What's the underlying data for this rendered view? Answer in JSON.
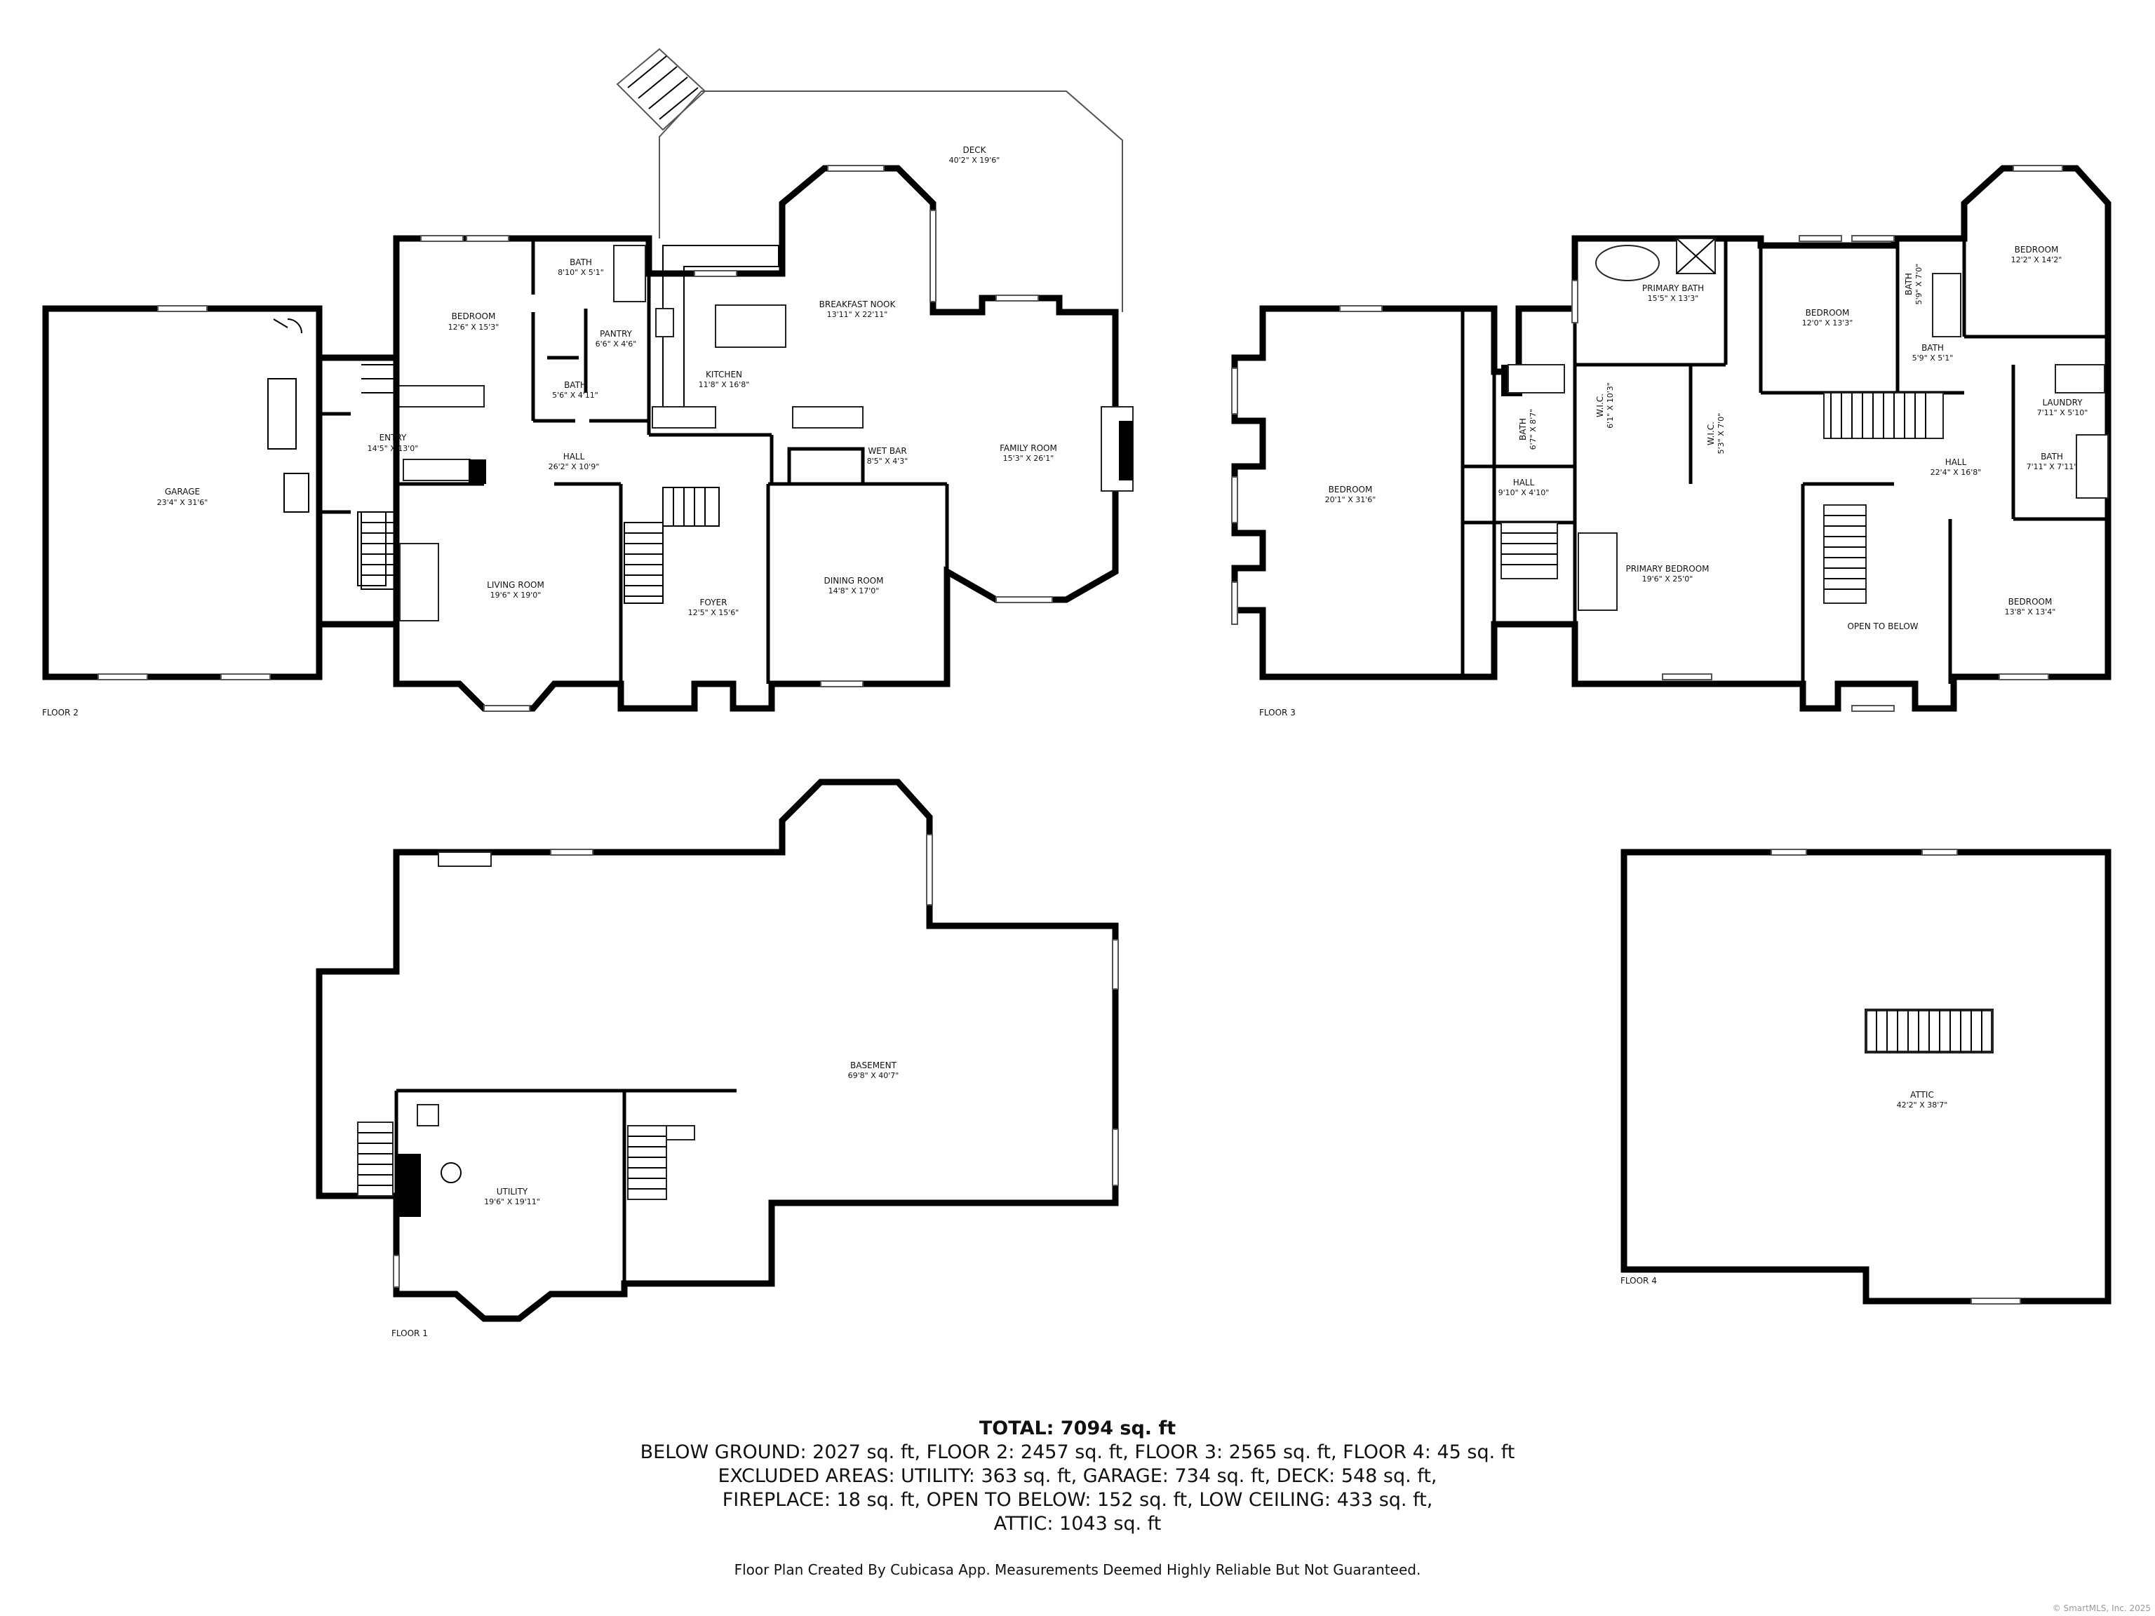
{
  "floors": [
    {
      "id": "floor-1",
      "label": "FLOOR 1"
    },
    {
      "id": "floor-2",
      "label": "FLOOR 2"
    },
    {
      "id": "floor-3",
      "label": "FLOOR 3"
    },
    {
      "id": "floor-4",
      "label": "FLOOR 4"
    }
  ],
  "rooms": {
    "garage": {
      "name": "GARAGE",
      "dim": "23'4\" X 31'6\""
    },
    "entry": {
      "name": "ENTRY",
      "dim": "14'5\" X 13'0\""
    },
    "bedroom_f2": {
      "name": "BEDROOM",
      "dim": "12'6\" X 15'3\""
    },
    "bath_f2a": {
      "name": "BATH",
      "dim": "8'10\" X 5'1\""
    },
    "pantry": {
      "name": "PANTRY",
      "dim": "6'6\" X 4'6\""
    },
    "bath_f2b": {
      "name": "BATH",
      "dim": "5'6\" X 4'11\""
    },
    "kitchen": {
      "name": "KITCHEN",
      "dim": "11'8\" X 16'8\""
    },
    "breakfast_nook": {
      "name": "BREAKFAST NOOK",
      "dim": "13'11\" X 22'11\""
    },
    "deck": {
      "name": "DECK",
      "dim": "40'2\" X 19'6\""
    },
    "hall_f2": {
      "name": "HALL",
      "dim": "26'2\" X 10'9\""
    },
    "wet_bar": {
      "name": "WET BAR",
      "dim": "8'5\" X 4'3\""
    },
    "family_room": {
      "name": "FAMILY ROOM",
      "dim": "15'3\" X 26'1\""
    },
    "living_room": {
      "name": "LIVING ROOM",
      "dim": "19'6\" X 19'0\""
    },
    "foyer": {
      "name": "FOYER",
      "dim": "12'5\" X 15'6\""
    },
    "dining_room": {
      "name": "DINING ROOM",
      "dim": "14'8\" X 17'0\""
    },
    "bedroom_f3_big": {
      "name": "BEDROOM",
      "dim": "20'1\" X 31'6\""
    },
    "bath_f3a": {
      "name": "BATH",
      "dim": "6'7\" X 8'7\""
    },
    "wic_f3a": {
      "name": "W.I.C.",
      "dim": "6'1\" X 10'3\""
    },
    "hall_f3a": {
      "name": "HALL",
      "dim": "9'10\" X 4'10\""
    },
    "primary_bath": {
      "name": "PRIMARY BATH",
      "dim": "15'5\" X 13'3\""
    },
    "wic_f3b": {
      "name": "W.I.C.",
      "dim": "5'3\" X 7'0\""
    },
    "bedroom_f3b": {
      "name": "BEDROOM",
      "dim": "12'0\" X 13'3\""
    },
    "bath_f3b": {
      "name": "BATH",
      "dim": "5'9\" X 7'0\""
    },
    "bath_f3c": {
      "name": "BATH",
      "dim": "5'9\" X 5'1\""
    },
    "bedroom_f3c": {
      "name": "BEDROOM",
      "dim": "12'2\" X 14'2\""
    },
    "laundry": {
      "name": "LAUNDRY",
      "dim": "7'11\" X 5'10\""
    },
    "hall_f3b": {
      "name": "HALL",
      "dim": "22'4\" X 16'8\""
    },
    "bath_f3d": {
      "name": "BATH",
      "dim": "7'11\" X 7'11\""
    },
    "primary_bedroom": {
      "name": "PRIMARY BEDROOM",
      "dim": "19'6\" X 25'0\""
    },
    "open_to_below": {
      "name": "OPEN TO BELOW",
      "dim": ""
    },
    "bedroom_f3d": {
      "name": "BEDROOM",
      "dim": "13'8\" X 13'4\""
    },
    "utility": {
      "name": "UTILITY",
      "dim": "19'6\" X 19'11\""
    },
    "basement": {
      "name": "BASEMENT",
      "dim": "69'8\" X 40'7\""
    },
    "attic": {
      "name": "ATTIC",
      "dim": "42'2\" X 38'7\""
    }
  },
  "summary": {
    "total": "TOTAL: 7094 sq. ft",
    "lines": [
      "BELOW GROUND: 2027 sq. ft, FLOOR 2: 2457 sq. ft, FLOOR 3: 2565 sq. ft, FLOOR 4: 45 sq. ft",
      "EXCLUDED AREAS: UTILITY: 363 sq. ft, GARAGE: 734 sq. ft, DECK: 548 sq. ft,",
      "FIREPLACE: 18 sq. ft, OPEN TO BELOW: 152 sq. ft, LOW CEILING: 433 sq. ft,",
      "ATTIC: 1043 sq. ft"
    ]
  },
  "disclaimer": "Floor Plan Created By Cubicasa App. Measurements Deemed Highly Reliable But Not Guaranteed.",
  "copyright": "© SmartMLS, Inc. 2025"
}
